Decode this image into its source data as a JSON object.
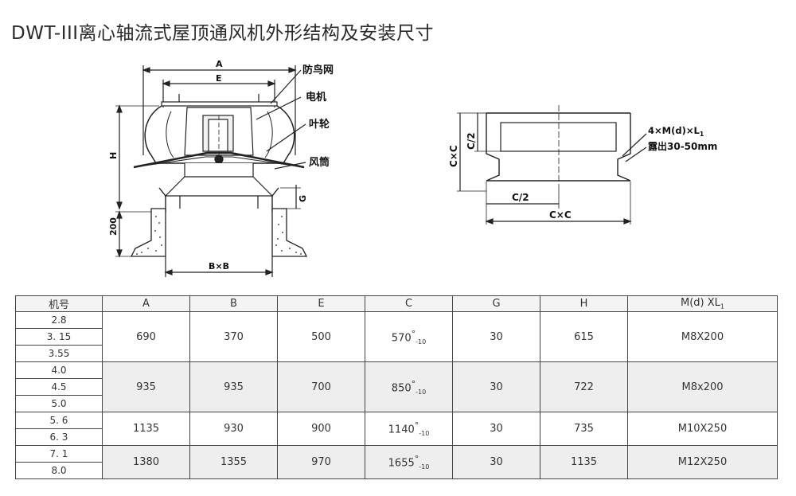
{
  "title": "DWT-III离心轴流式屋顶通风机外形结构及安装尺寸",
  "fan_drawing": {
    "labels": {
      "bird_net": "防鸟网",
      "motor": "电机",
      "impeller": "叶轮",
      "air_duct": "风筒",
      "dim_a": "A",
      "dim_e": "E",
      "dim_h": "H",
      "dim_g": "G",
      "dim_200": "200",
      "dim_bxb": "B×B"
    }
  },
  "base_drawing": {
    "labels": {
      "c_half_v": "C/2",
      "cxc_v": "C×C",
      "c_half_h": "C/2",
      "cxc_h": "C×C",
      "bolt": "4×M(d)×L",
      "bolt_sub": "1",
      "expose": "露出30-50mm"
    }
  },
  "table": {
    "headers": [
      "机号",
      "A",
      "B",
      "E",
      "C",
      "G",
      "H",
      "M(d) XL"
    ],
    "header_sub": "1",
    "c_tol": "-10",
    "groups": [
      {
        "models": [
          "2.8",
          "3. 15",
          "3.55"
        ],
        "A": "690",
        "B": "370",
        "E": "500",
        "C": "570",
        "G": "30",
        "H": "615",
        "M": "M8X200"
      },
      {
        "models": [
          "4.0",
          "4.5",
          "5.0"
        ],
        "A": "935",
        "B": "935",
        "E": "700",
        "C": "850",
        "G": "30",
        "H": "722",
        "M": "M8x200"
      },
      {
        "models": [
          "5. 6",
          "6. 3"
        ],
        "A": "1135",
        "B": "930",
        "E": "900",
        "C": "1140",
        "G": "30",
        "H": "735",
        "M": "M10X250"
      },
      {
        "models": [
          "7. 1",
          "8.0"
        ],
        "A": "1380",
        "B": "1355",
        "E": "970",
        "C": "1655",
        "G": "30",
        "H": "1135",
        "M": "M12X250"
      }
    ]
  }
}
